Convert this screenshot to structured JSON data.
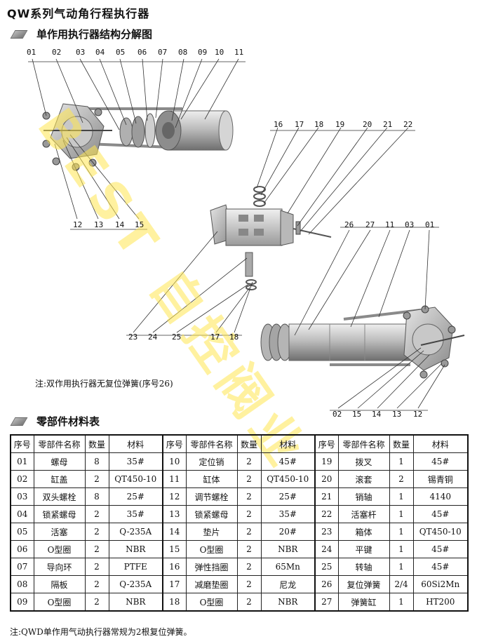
{
  "title": "QW系列气动角行程执行器",
  "section1": "单作用执行器结构分解图",
  "callouts_top": [
    "01",
    "02",
    "03",
    "04",
    "05",
    "06",
    "07",
    "08",
    "09",
    "10",
    "11"
  ],
  "callouts_left_bottom": [
    "12",
    "13",
    "14",
    "15"
  ],
  "callouts_mid_top": [
    "16",
    "17",
    "18",
    "19",
    "20",
    "21",
    "22"
  ],
  "callouts_mid_right": [
    "26",
    "27",
    "11",
    "03",
    "01"
  ],
  "callouts_mid_bottom": [
    "23",
    "24",
    "25",
    "17",
    "18"
  ],
  "callouts_right_bottom": [
    "02",
    "15",
    "14",
    "13",
    "12"
  ],
  "watermark": "BEST 自控阀业",
  "note1": "注:双作用执行器无复位弹簧(序号26)",
  "section2": "零部件材料表",
  "table": {
    "headers": [
      "序号",
      "零部件名称",
      "数量",
      "材料",
      "序号",
      "零部件名称",
      "数量",
      "材料",
      "序号",
      "零部件名称",
      "数量",
      "材料"
    ],
    "rows": [
      [
        "01",
        "螺母",
        "8",
        "35#",
        "10",
        "定位销",
        "2",
        "45#",
        "19",
        "拨叉",
        "1",
        "45#"
      ],
      [
        "02",
        "缸盖",
        "2",
        "QT450-10",
        "11",
        "缸体",
        "2",
        "QT450-10",
        "20",
        "滚套",
        "2",
        "锡青铜"
      ],
      [
        "03",
        "双头螺栓",
        "8",
        "25#",
        "12",
        "调节螺栓",
        "2",
        "25#",
        "21",
        "销轴",
        "1",
        "4140"
      ],
      [
        "04",
        "锁紧螺母",
        "2",
        "35#",
        "13",
        "锁紧螺母",
        "2",
        "35#",
        "22",
        "活塞杆",
        "1",
        "45#"
      ],
      [
        "05",
        "活塞",
        "2",
        "Q-235A",
        "14",
        "垫片",
        "2",
        "20#",
        "23",
        "箱体",
        "1",
        "QT450-10"
      ],
      [
        "06",
        "O型圈",
        "2",
        "NBR",
        "15",
        "O型圈",
        "2",
        "NBR",
        "24",
        "平键",
        "1",
        "45#"
      ],
      [
        "07",
        "导向环",
        "2",
        "PTFE",
        "16",
        "弹性挡圈",
        "2",
        "65Mn",
        "25",
        "转轴",
        "1",
        "45#"
      ],
      [
        "08",
        "隔板",
        "2",
        "Q-235A",
        "17",
        "减磨垫圈",
        "2",
        "尼龙",
        "26",
        "复位弹簧",
        "2/4",
        "60Si2Mn"
      ],
      [
        "09",
        "O型圈",
        "2",
        "NBR",
        "18",
        "O型圈",
        "2",
        "NBR",
        "27",
        "弹簧缸",
        "1",
        "HT200"
      ]
    ]
  },
  "note2": "注:QWD单作用气动执行器常规为2根复位弹簧。",
  "colors": {
    "metal_light": "#d9d9d9",
    "metal_dark": "#7a7a7a",
    "watermark": "#ffe650"
  }
}
